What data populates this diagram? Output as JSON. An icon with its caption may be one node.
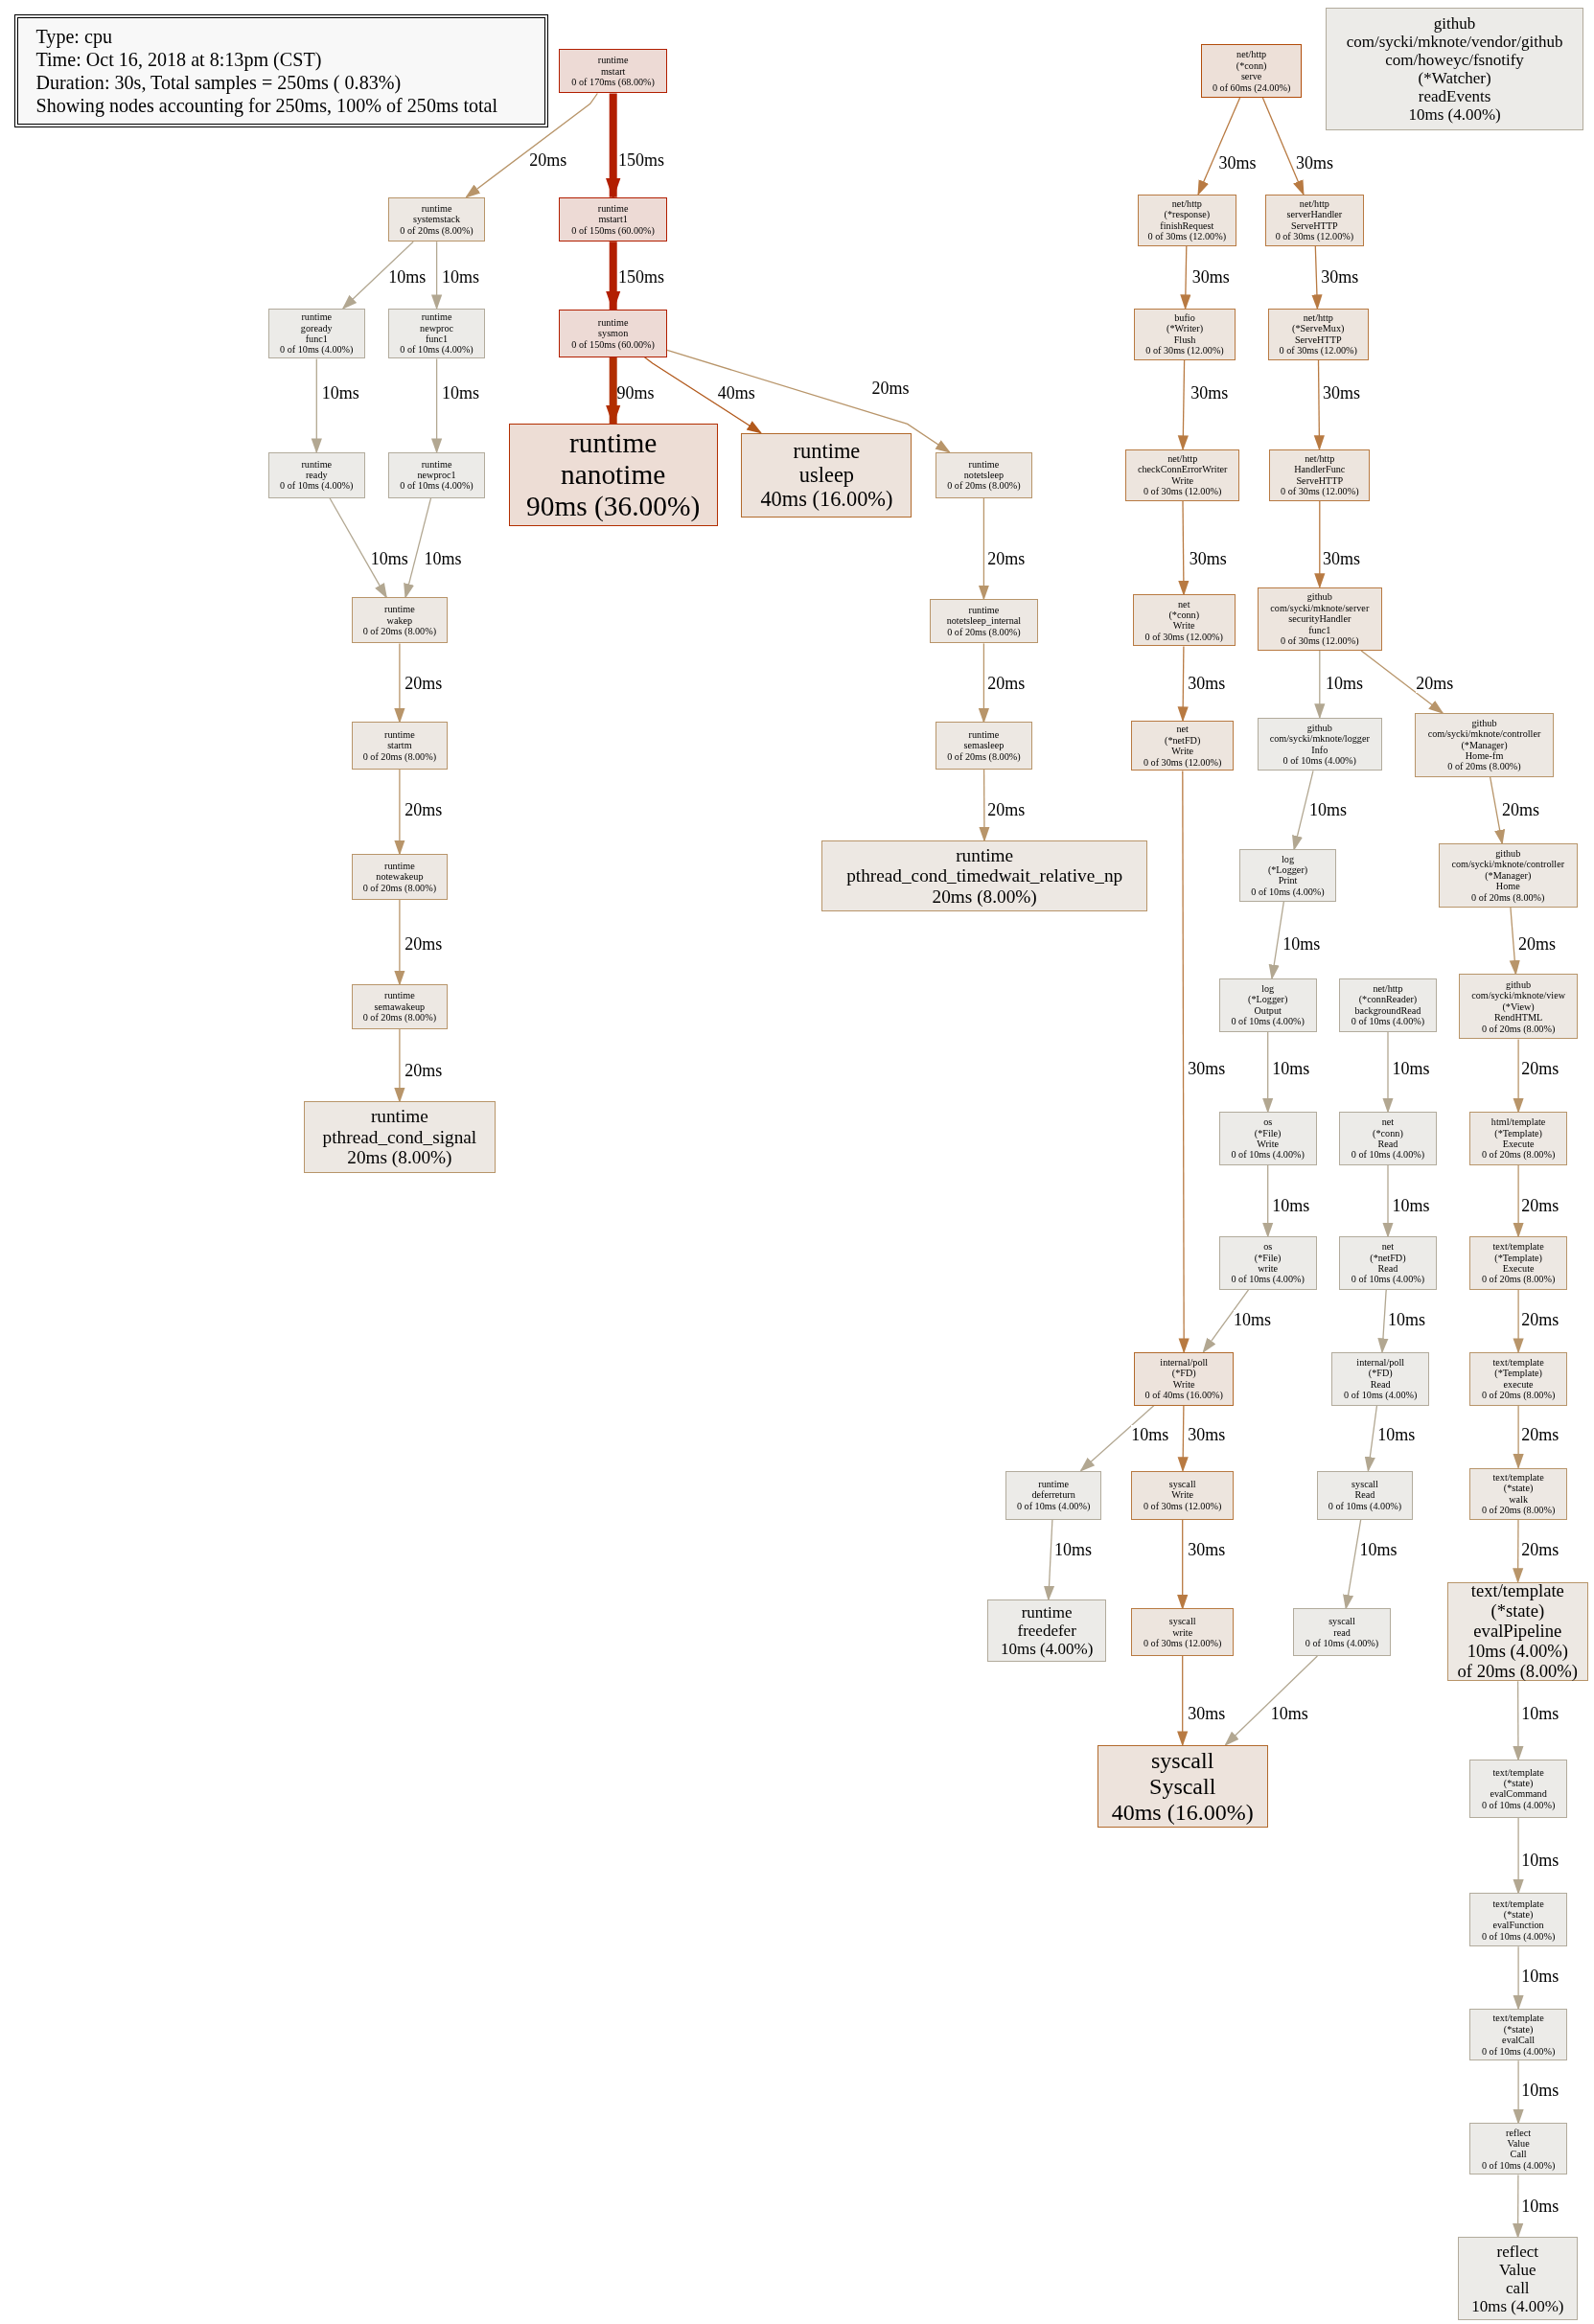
{
  "diagram": {
    "nodes": [
      {
        "text": [
          "Type: cpu",
          "Time: Oct 16, 2018 at 8:13pm (CST)",
          "Duration: 30s, Total samples = 250ms ( 0.83%)",
          "Showing nodes accounting for 250ms, 100% of 250ms total"
        ]
      },
      {
        "text": [
          "runtime",
          "mstart",
          "0 of 170ms (68.00%)"
        ]
      },
      {
        "text": [
          "runtime",
          "systemstack",
          "0 of 20ms (8.00%)"
        ]
      },
      {
        "text": [
          "runtime",
          "mstart1",
          "0 of 150ms (60.00%)"
        ]
      },
      {
        "text": [
          "runtime",
          "goready",
          "func1",
          "0 of 10ms (4.00%)"
        ]
      },
      {
        "text": [
          "runtime",
          "newproc",
          "func1",
          "0 of 10ms (4.00%)"
        ]
      },
      {
        "text": [
          "runtime",
          "sysmon",
          "0 of 150ms (60.00%)"
        ]
      },
      {
        "text": [
          "runtime",
          "ready",
          "0 of 10ms (4.00%)"
        ]
      },
      {
        "text": [
          "runtime",
          "newproc1",
          "0 of 10ms (4.00%)"
        ]
      },
      {
        "text": [
          "runtime",
          "nanotime",
          "90ms (36.00%)"
        ]
      },
      {
        "text": [
          "runtime",
          "usleep",
          "40ms (16.00%)"
        ]
      },
      {
        "text": [
          "runtime",
          "notetsleep",
          "0 of 20ms (8.00%)"
        ]
      },
      {
        "text": [
          "runtime",
          "wakep",
          "0 of 20ms (8.00%)"
        ]
      },
      {
        "text": [
          "runtime",
          "notetsleep_internal",
          "0 of 20ms (8.00%)"
        ]
      },
      {
        "text": [
          "runtime",
          "startm",
          "0 of 20ms (8.00%)"
        ]
      },
      {
        "text": [
          "runtime",
          "semasleep",
          "0 of 20ms (8.00%)"
        ]
      },
      {
        "text": [
          "runtime",
          "pthread_cond_timedwait_relative_np",
          "20ms (8.00%)"
        ]
      },
      {
        "text": [
          "runtime",
          "notewakeup",
          "0 of 20ms (8.00%)"
        ]
      },
      {
        "text": [
          "runtime",
          "semawakeup",
          "0 of 20ms (8.00%)"
        ]
      },
      {
        "text": [
          "runtime",
          "pthread_cond_signal",
          "20ms (8.00%)"
        ]
      },
      {
        "text": [
          "net/http",
          "(*conn)",
          "serve",
          "0 of 60ms (24.00%)"
        ]
      },
      {
        "text": [
          "github",
          "com/sycki/mknote/vendor/github",
          "com/howeyc/fsnotify",
          "(*Watcher)",
          "readEvents",
          "10ms (4.00%)"
        ]
      },
      {
        "text": [
          "net/http",
          "(*response)",
          "finishRequest",
          "0 of 30ms (12.00%)"
        ]
      },
      {
        "text": [
          "net/http",
          "serverHandler",
          "ServeHTTP",
          "0 of 30ms (12.00%)"
        ]
      },
      {
        "text": [
          "bufio",
          "(*Writer)",
          "Flush",
          "0 of 30ms (12.00%)"
        ]
      },
      {
        "text": [
          "net/http",
          "(*ServeMux)",
          "ServeHTTP",
          "0 of 30ms (12.00%)"
        ]
      },
      {
        "text": [
          "net/http",
          "checkConnErrorWriter",
          "Write",
          "0 of 30ms (12.00%)"
        ]
      },
      {
        "text": [
          "net/http",
          "HandlerFunc",
          "ServeHTTP",
          "0 of 30ms (12.00%)"
        ]
      },
      {
        "text": [
          "net",
          "(*conn)",
          "Write",
          "0 of 30ms (12.00%)"
        ]
      },
      {
        "text": [
          "github",
          "com/sycki/mknote/server",
          "securityHandler",
          "func1",
          "0 of 30ms (12.00%)"
        ]
      },
      {
        "text": [
          "net",
          "(*netFD)",
          "Write",
          "0 of 30ms (12.00%)"
        ]
      },
      {
        "text": [
          "github",
          "com/sycki/mknote/logger",
          "Info",
          "0 of 10ms (4.00%)"
        ]
      },
      {
        "text": [
          "github",
          "com/sycki/mknote/controller",
          "(*Manager)",
          "Home-fm",
          "0 of 20ms (8.00%)"
        ]
      },
      {
        "text": [
          "log",
          "(*Logger)",
          "Print",
          "0 of 10ms (4.00%)"
        ]
      },
      {
        "text": [
          "github",
          "com/sycki/mknote/controller",
          "(*Manager)",
          "Home",
          "0 of 20ms (8.00%)"
        ]
      },
      {
        "text": [
          "log",
          "(*Logger)",
          "Output",
          "0 of 10ms (4.00%)"
        ]
      },
      {
        "text": [
          "net/http",
          "(*connReader)",
          "backgroundRead",
          "0 of 10ms (4.00%)"
        ]
      },
      {
        "text": [
          "github",
          "com/sycki/mknote/view",
          "(*View)",
          "RendHTML",
          "0 of 20ms (8.00%)"
        ]
      },
      {
        "text": [
          "os",
          "(*File)",
          "Write",
          "0 of 10ms (4.00%)"
        ]
      },
      {
        "text": [
          "net",
          "(*conn)",
          "Read",
          "0 of 10ms (4.00%)"
        ]
      },
      {
        "text": [
          "html/template",
          "(*Template)",
          "Execute",
          "0 of 20ms (8.00%)"
        ]
      },
      {
        "text": [
          "os",
          "(*File)",
          "write",
          "0 of 10ms (4.00%)"
        ]
      },
      {
        "text": [
          "net",
          "(*netFD)",
          "Read",
          "0 of 10ms (4.00%)"
        ]
      },
      {
        "text": [
          "text/template",
          "(*Template)",
          "Execute",
          "0 of 20ms (8.00%)"
        ]
      },
      {
        "text": [
          "internal/poll",
          "(*FD)",
          "Write",
          "0 of 40ms (16.00%)"
        ]
      },
      {
        "text": [
          "internal/poll",
          "(*FD)",
          "Read",
          "0 of 10ms (4.00%)"
        ]
      },
      {
        "text": [
          "text/template",
          "(*Template)",
          "execute",
          "0 of 20ms (8.00%)"
        ]
      },
      {
        "text": [
          "runtime",
          "deferreturn",
          "0 of 10ms (4.00%)"
        ]
      },
      {
        "text": [
          "syscall",
          "Write",
          "0 of 30ms (12.00%)"
        ]
      },
      {
        "text": [
          "syscall",
          "Read",
          "0 of 10ms (4.00%)"
        ]
      },
      {
        "text": [
          "text/template",
          "(*state)",
          "walk",
          "0 of 20ms (8.00%)"
        ]
      },
      {
        "text": [
          "runtime",
          "freedefer",
          "10ms (4.00%)"
        ]
      },
      {
        "text": [
          "syscall",
          "write",
          "0 of 30ms (12.00%)"
        ]
      },
      {
        "text": [
          "syscall",
          "read",
          "0 of 10ms (4.00%)"
        ]
      },
      {
        "text": [
          "text/template",
          "(*state)",
          "evalPipeline",
          "10ms (4.00%)",
          "of 20ms (8.00%)"
        ]
      },
      {
        "text": [
          "syscall",
          "Syscall",
          "40ms (16.00%)"
        ]
      },
      {
        "text": [
          "text/template",
          "(*state)",
          "evalCommand",
          "0 of 10ms (4.00%)"
        ]
      },
      {
        "text": [
          "text/template",
          "(*state)",
          "evalFunction",
          "0 of 10ms (4.00%)"
        ]
      },
      {
        "text": [
          "text/template",
          "(*state)",
          "evalCall",
          "0 of 10ms (4.00%)"
        ]
      },
      {
        "text": [
          "reflect",
          "Value",
          "Call",
          "0 of 10ms (4.00%)"
        ]
      },
      {
        "text": [
          "reflect",
          "Value",
          "call",
          "10ms (4.00%)"
        ]
      }
    ],
    "edges": [
      {
        "from": 1,
        "to": 2,
        "arrow": "to",
        "label": "20ms",
        "color": "#b8956a"
      },
      {
        "from": 1,
        "to": 3,
        "arrow": "to",
        "label": "150ms",
        "style": "thick",
        "color": "#b21e00"
      },
      {
        "from": 2,
        "to": 4,
        "arrow": "to",
        "label": "10ms"
      },
      {
        "from": 2,
        "to": 5,
        "arrow": "to",
        "label": "10ms"
      },
      {
        "from": 3,
        "to": 6,
        "arrow": "to",
        "label": "150ms",
        "style": "thick",
        "color": "#b21e00"
      },
      {
        "from": 4,
        "to": 7,
        "arrow": "to",
        "label": "10ms"
      },
      {
        "from": 5,
        "to": 8,
        "arrow": "to",
        "label": "10ms"
      },
      {
        "from": 6,
        "to": 9,
        "arrow": "to",
        "label": "90ms",
        "style": "thick",
        "color": "#b22e00"
      },
      {
        "from": 6,
        "to": 10,
        "arrow": "to",
        "label": "40ms",
        "color": "#b2591c"
      },
      {
        "from": 6,
        "to": 11,
        "arrow": "to",
        "label": "20ms",
        "color": "#b8956a"
      },
      {
        "from": 7,
        "to": 12,
        "arrow": "to",
        "label": "10ms"
      },
      {
        "from": 8,
        "to": 12,
        "arrow": "to",
        "label": "10ms"
      },
      {
        "from": 11,
        "to": 13,
        "arrow": "to",
        "label": "20ms",
        "color": "#b8956a"
      },
      {
        "from": 12,
        "to": 14,
        "arrow": "to",
        "label": "20ms",
        "color": "#b8956a"
      },
      {
        "from": 13,
        "to": 15,
        "arrow": "to",
        "label": "20ms",
        "color": "#b8956a"
      },
      {
        "from": 14,
        "to": 17,
        "arrow": "to",
        "label": "20ms",
        "color": "#b8956a"
      },
      {
        "from": 15,
        "to": 16,
        "arrow": "to",
        "label": "20ms",
        "color": "#b8956a"
      },
      {
        "from": 17,
        "to": 18,
        "arrow": "to",
        "label": "20ms",
        "color": "#b8956a"
      },
      {
        "from": 18,
        "to": 19,
        "arrow": "to",
        "label": "20ms",
        "color": "#b8956a"
      },
      {
        "from": 20,
        "to": 22,
        "arrow": "to",
        "label": "30ms",
        "color": "#b87a42"
      },
      {
        "from": 20,
        "to": 23,
        "arrow": "to",
        "label": "30ms",
        "color": "#b87a42"
      },
      {
        "from": 22,
        "to": 24,
        "arrow": "to",
        "label": "30ms",
        "color": "#b87a42"
      },
      {
        "from": 23,
        "to": 25,
        "arrow": "to",
        "label": "30ms",
        "color": "#b87a42"
      },
      {
        "from": 24,
        "to": 26,
        "arrow": "to",
        "label": "30ms",
        "color": "#b87a42"
      },
      {
        "from": 25,
        "to": 27,
        "arrow": "to",
        "label": "30ms",
        "color": "#b87a42"
      },
      {
        "from": 26,
        "to": 28,
        "arrow": "to",
        "label": "30ms",
        "color": "#b87a42"
      },
      {
        "from": 27,
        "to": 29,
        "arrow": "to",
        "label": "30ms",
        "color": "#b87a42"
      },
      {
        "from": 28,
        "to": 30,
        "arrow": "to",
        "label": "30ms",
        "color": "#b87a42"
      },
      {
        "from": 29,
        "to": 31,
        "arrow": "to",
        "label": "10ms"
      },
      {
        "from": 29,
        "to": 32,
        "arrow": "to",
        "label": "20ms",
        "color": "#b8956a"
      },
      {
        "from": 30,
        "to": 44,
        "arrow": "to",
        "label": "30ms",
        "color": "#b87a42"
      },
      {
        "from": 31,
        "to": 33,
        "arrow": "to",
        "label": "10ms"
      },
      {
        "from": 32,
        "to": 34,
        "arrow": "to",
        "label": "20ms",
        "color": "#b8956a"
      },
      {
        "from": 33,
        "to": 35,
        "arrow": "to",
        "label": "10ms"
      },
      {
        "from": 34,
        "to": 37,
        "arrow": "to",
        "label": "20ms",
        "color": "#b8956a"
      },
      {
        "from": 35,
        "to": 38,
        "arrow": "to",
        "label": "10ms"
      },
      {
        "from": 36,
        "to": 39,
        "arrow": "to",
        "label": "10ms"
      },
      {
        "from": 37,
        "to": 40,
        "arrow": "to",
        "label": "20ms",
        "color": "#b8956a"
      },
      {
        "from": 38,
        "to": 41,
        "arrow": "to",
        "label": "10ms"
      },
      {
        "from": 39,
        "to": 42,
        "arrow": "to",
        "label": "10ms"
      },
      {
        "from": 40,
        "to": 43,
        "arrow": "to",
        "label": "20ms",
        "color": "#b8956a"
      },
      {
        "from": 41,
        "to": 44,
        "arrow": "to",
        "label": "10ms"
      },
      {
        "from": 42,
        "to": 45,
        "arrow": "to",
        "label": "10ms"
      },
      {
        "from": 43,
        "to": 46,
        "arrow": "to",
        "label": "20ms",
        "color": "#b8956a"
      },
      {
        "from": 44,
        "to": 47,
        "arrow": "to",
        "label": "10ms"
      },
      {
        "from": 44,
        "to": 48,
        "arrow": "to",
        "label": "30ms",
        "color": "#b87a42"
      },
      {
        "from": 45,
        "to": 49,
        "arrow": "to",
        "label": "10ms"
      },
      {
        "from": 46,
        "to": 50,
        "arrow": "to",
        "label": "20ms",
        "color": "#b8956a"
      },
      {
        "from": 47,
        "to": 51,
        "arrow": "to",
        "label": "10ms"
      },
      {
        "from": 48,
        "to": 52,
        "arrow": "to",
        "label": "30ms",
        "color": "#b87a42"
      },
      {
        "from": 49,
        "to": 53,
        "arrow": "to",
        "label": "10ms"
      },
      {
        "from": 50,
        "to": 54,
        "arrow": "to",
        "label": "20ms",
        "color": "#b8956a"
      },
      {
        "from": 52,
        "to": 55,
        "arrow": "to",
        "label": "30ms",
        "color": "#b87a42"
      },
      {
        "from": 53,
        "to": 55,
        "arrow": "to",
        "label": "10ms"
      },
      {
        "from": 54,
        "to": 56,
        "arrow": "to",
        "label": "10ms"
      },
      {
        "from": 56,
        "to": 57,
        "arrow": "to",
        "label": "10ms"
      },
      {
        "from": 57,
        "to": 58,
        "arrow": "to",
        "label": "10ms"
      },
      {
        "from": 58,
        "to": 59,
        "arrow": "to",
        "label": "10ms"
      },
      {
        "from": 59,
        "to": 60,
        "arrow": "to",
        "label": "10ms"
      }
    ]
  }
}
